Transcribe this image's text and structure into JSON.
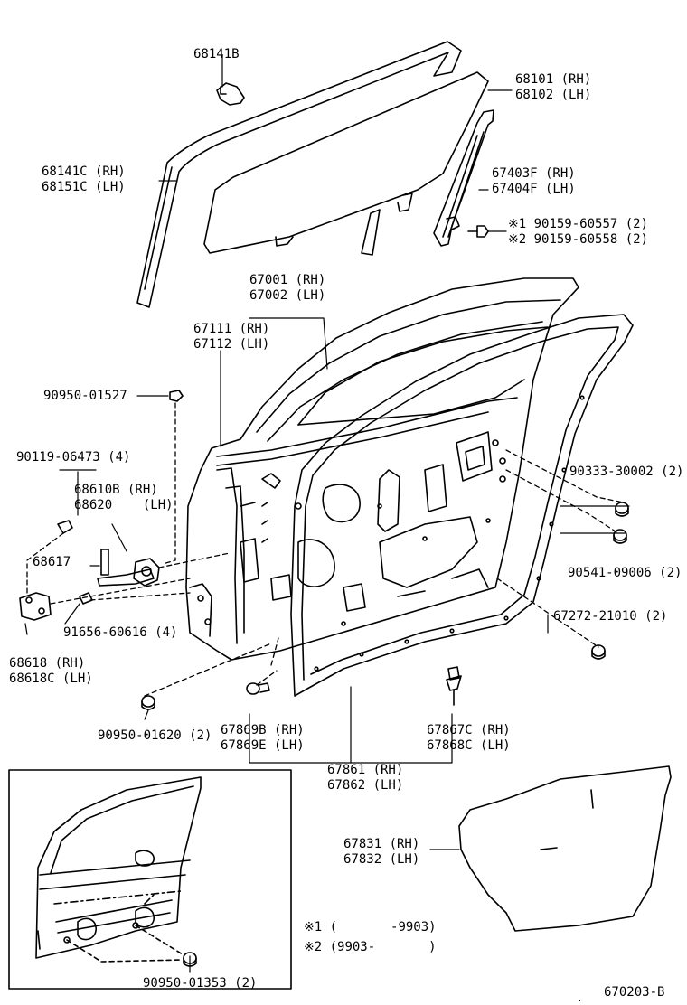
{
  "diagram_id": "670203-B",
  "callouts": {
    "c68141B": [
      "68141B"
    ],
    "c68101": [
      "68101 (RH)",
      "68102 (LH)"
    ],
    "c68141C": [
      "68141C (RH)",
      "68151C (LH)"
    ],
    "c67403F": [
      "67403F (RH)",
      "67404F (LH)"
    ],
    "c90159": [
      "※1 90159-60557 (2)",
      "※2 90159-60558 (2)"
    ],
    "c67001": [
      "67001 (RH)",
      "67002 (LH)"
    ],
    "c67111": [
      "67111 (RH)",
      "67112 (LH)"
    ],
    "c90950_01527": [
      "90950-01527"
    ],
    "c90119": [
      "90119-06473 (4)"
    ],
    "c68610B": [
      "68610B (RH)",
      "68620    (LH)"
    ],
    "c68617": [
      "68617"
    ],
    "c91656": [
      "91656-60616 (4)"
    ],
    "c68618": [
      "68618 (RH)",
      "68618C (LH)"
    ],
    "c90333": [
      "90333-30002 (2)"
    ],
    "c90541": [
      "90541-09006 (2)"
    ],
    "c67272": [
      "67272-21010 (2)"
    ],
    "c90950_01620": [
      "90950-01620 (2)"
    ],
    "c67869B": [
      "67869B (RH)",
      "67869E (LH)"
    ],
    "c67867C": [
      "67867C (RH)",
      "67868C (LH)"
    ],
    "c67861": [
      "67861 (RH)",
      "67862 (LH)"
    ],
    "c67831": [
      "67831 (RH)",
      "67832 (LH)"
    ],
    "c90950_01353": [
      "90950-01353 (2)"
    ]
  },
  "notes": [
    "※1 (       -9903)",
    "※2 (9903-       )"
  ]
}
